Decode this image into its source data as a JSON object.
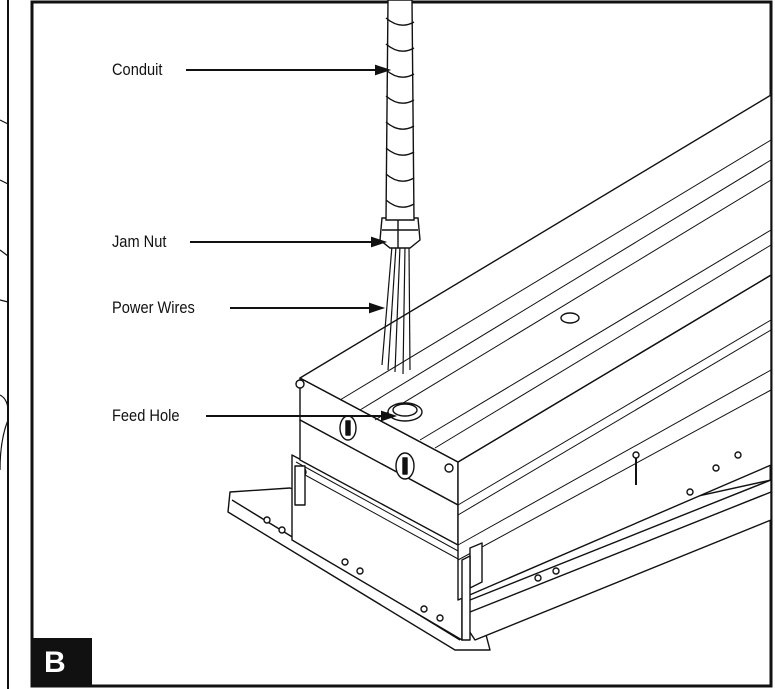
{
  "figure": {
    "panel_letter": "B",
    "callouts": {
      "conduit": "Conduit",
      "jam_nut": "Jam Nut",
      "power_wires": "Power Wires",
      "feed_hole": "Feed Hole"
    }
  },
  "colors": {
    "ink": "#111111",
    "background": "#ffffff"
  }
}
